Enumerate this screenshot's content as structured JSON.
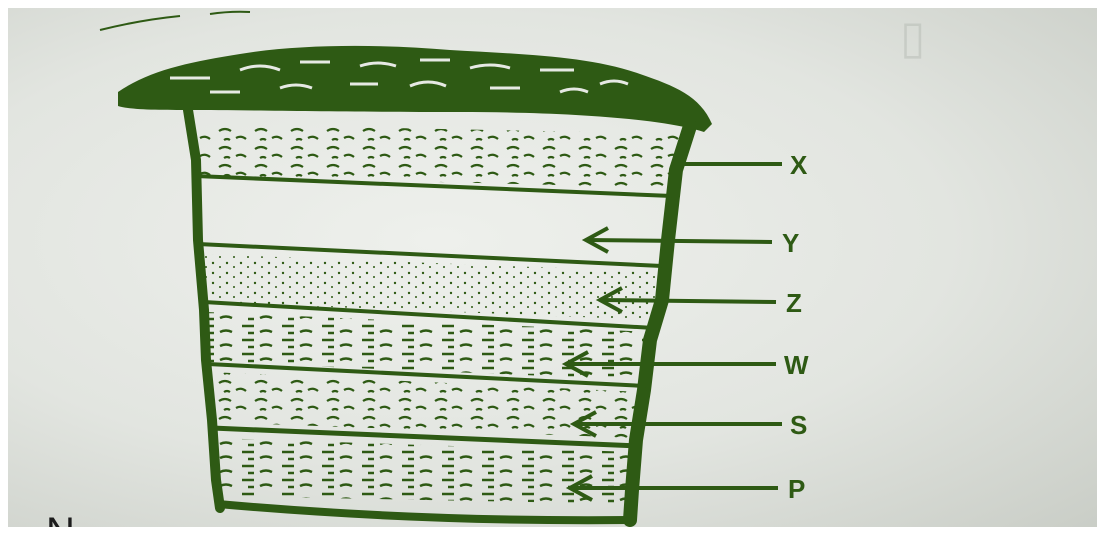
{
  "diagram": {
    "labels": {
      "x": "X",
      "y": "Y",
      "z": "Z",
      "w": "W",
      "s": "S",
      "p": "P"
    },
    "bottom_text": "N"
  },
  "colors": {
    "ink": "#2e5a14",
    "paper": "#e6e9e4"
  }
}
